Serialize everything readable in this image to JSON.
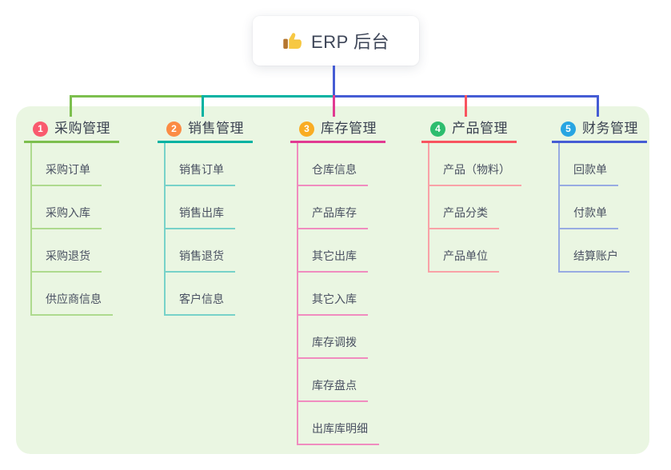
{
  "root": {
    "title": "ERP 后台",
    "icon": "thumbs-up",
    "line_color": "#455cd4",
    "card_bg": "#ffffff",
    "text_color": "#3e4658"
  },
  "panel": {
    "background": "#eaf6e2"
  },
  "branches": [
    {
      "index": "1",
      "label": "采购管理",
      "badge_color": "#f95a6e",
      "line_color": "#7cbf4e",
      "child_line_color": "#aeda8e",
      "children": [
        "采购订单",
        "采购入库",
        "采购退货",
        "供应商信息"
      ]
    },
    {
      "index": "2",
      "label": "销售管理",
      "badge_color": "#fb8c44",
      "line_color": "#00b2a2",
      "child_line_color": "#77d2c9",
      "children": [
        "销售订单",
        "销售出库",
        "销售退货",
        "客户信息"
      ]
    },
    {
      "index": "3",
      "label": "库存管理",
      "badge_color": "#f9ac22",
      "line_color": "#e13a92",
      "child_line_color": "#f08cbf",
      "children": [
        "仓库信息",
        "产品库存",
        "其它出库",
        "其它入库",
        "库存调拨",
        "库存盘点",
        "出库库明细"
      ]
    },
    {
      "index": "4",
      "label": "产品管理",
      "badge_color": "#2dbd6e",
      "line_color": "#f8545f",
      "child_line_color": "#f9a2a7",
      "children": [
        "产品（物料）",
        "产品分类",
        "产品单位"
      ]
    },
    {
      "index": "5",
      "label": "财务管理",
      "badge_color": "#28a5e2",
      "line_color": "#455cd4",
      "child_line_color": "#98abe2",
      "children": [
        "回款单",
        "付款单",
        "结算账户"
      ]
    }
  ]
}
